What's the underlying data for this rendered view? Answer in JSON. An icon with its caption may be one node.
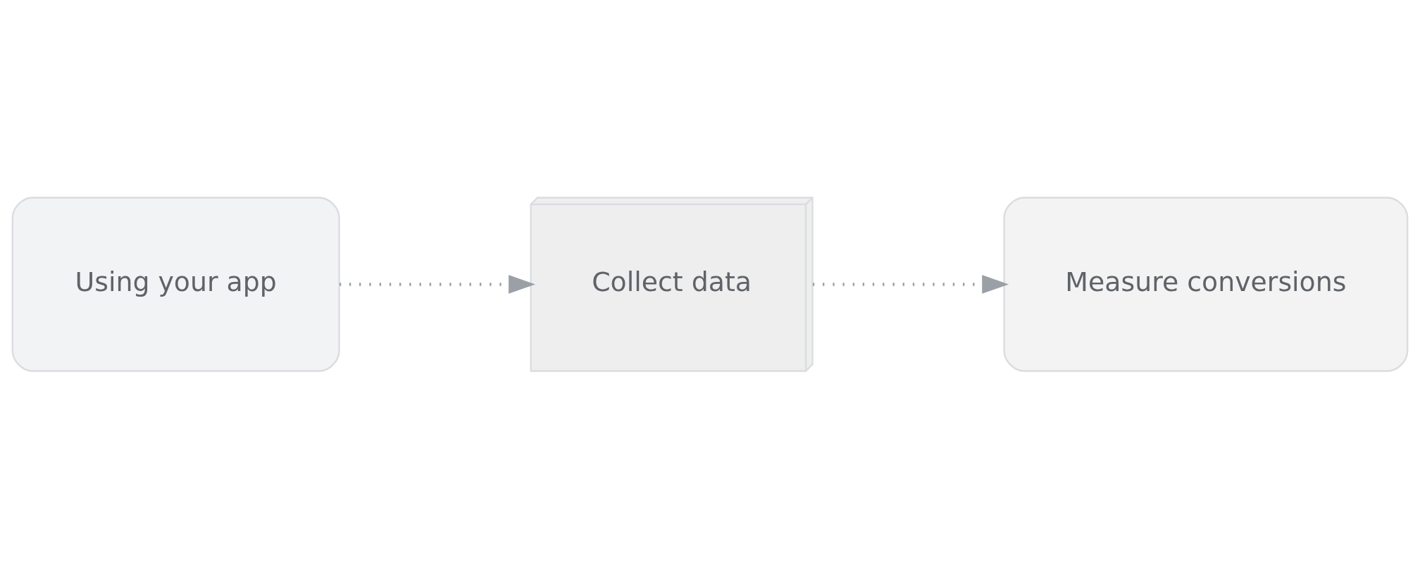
{
  "diagram": {
    "nodes": [
      {
        "text": [
          "Using your app"
        ]
      },
      {
        "text": [
          "Collect data"
        ]
      },
      {
        "text": [
          "Measure conversions"
        ]
      }
    ],
    "edges": [
      {
        "from": 0,
        "to": 1,
        "arrow": "to",
        "style": "dashed"
      },
      {
        "from": 1,
        "to": 2,
        "arrow": "to",
        "style": "dashed"
      }
    ]
  }
}
